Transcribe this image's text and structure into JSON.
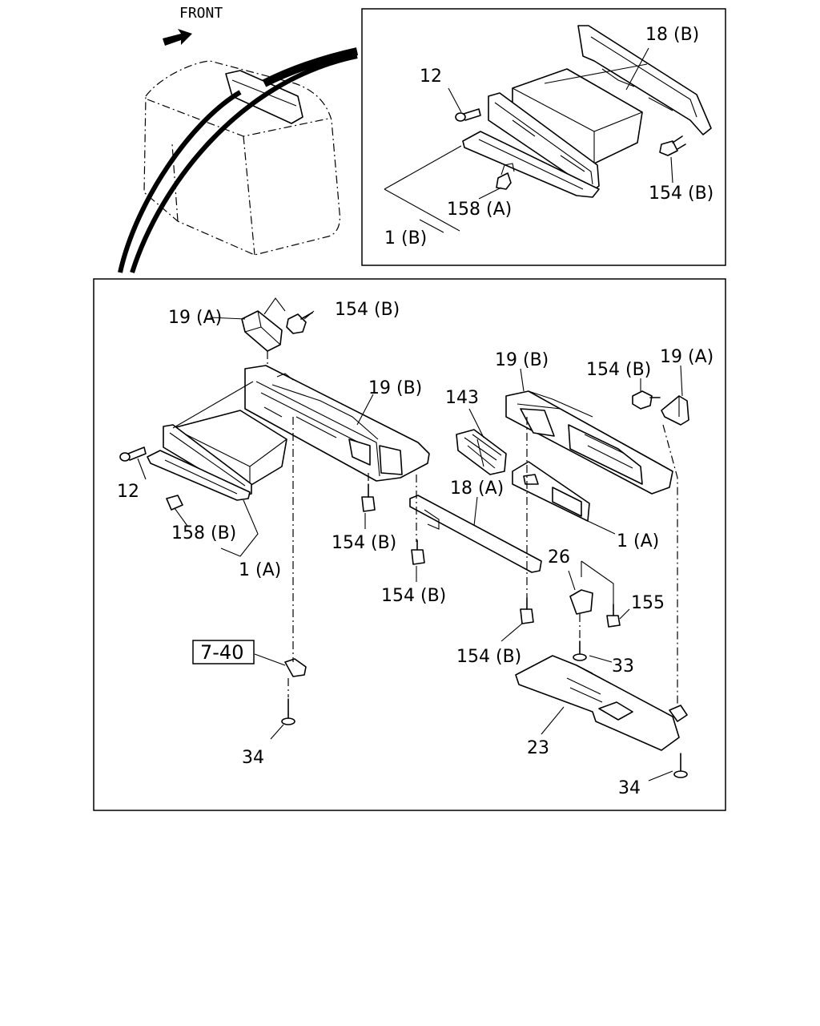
{
  "front_label": "FRONT",
  "callouts": {
    "p12_top": "12",
    "p18b": "18 (B)",
    "p154b_top": "154 (B)",
    "p158a": "158 (A)",
    "p1b": "1 (B)",
    "p19a_left": "19 (A)",
    "p154b_main_a": "154 (B)",
    "p19b_left": "19 (B)",
    "p143": "143",
    "p19b_right": "19 (B)",
    "p154b_right": "154 (B)",
    "p19a_right": "19 (A)",
    "p12_main": "12",
    "p158b": "158 (B)",
    "p154b_mid": "154 (B)",
    "p18a": "18 (A)",
    "p1a_right": "1 (A)",
    "p1a_left": "1 (A)",
    "p154b_low": "154 (B)",
    "p26": "26",
    "p155": "155",
    "p154b_bottom": "154 (B)",
    "p33": "33",
    "p7_40": "7-40",
    "p23": "23",
    "p34_left": "34",
    "p34_right": "34"
  }
}
